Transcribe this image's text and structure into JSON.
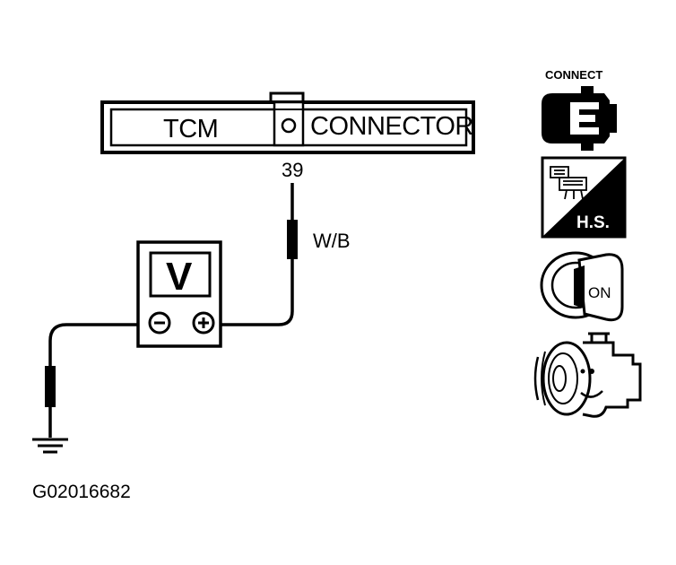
{
  "connector": {
    "left_label": "TCM",
    "right_label": "CONNECTOR",
    "pin_number": "39"
  },
  "wire": {
    "color_code": "W/B"
  },
  "meter": {
    "symbol": "V",
    "icon": "voltmeter-icon"
  },
  "ground": {
    "icon": "ground-symbol-icon"
  },
  "conditions": {
    "connect_label": "CONNECT",
    "harness_label": "H.S.",
    "ignition_label": "ON",
    "icons": [
      "connector-connected-icon",
      "harness-side-icon",
      "ignition-on-icon",
      "engine-running-icon"
    ]
  },
  "figure_id": "G02016682",
  "colors": {
    "ink": "#000000",
    "paper": "#ffffff"
  }
}
